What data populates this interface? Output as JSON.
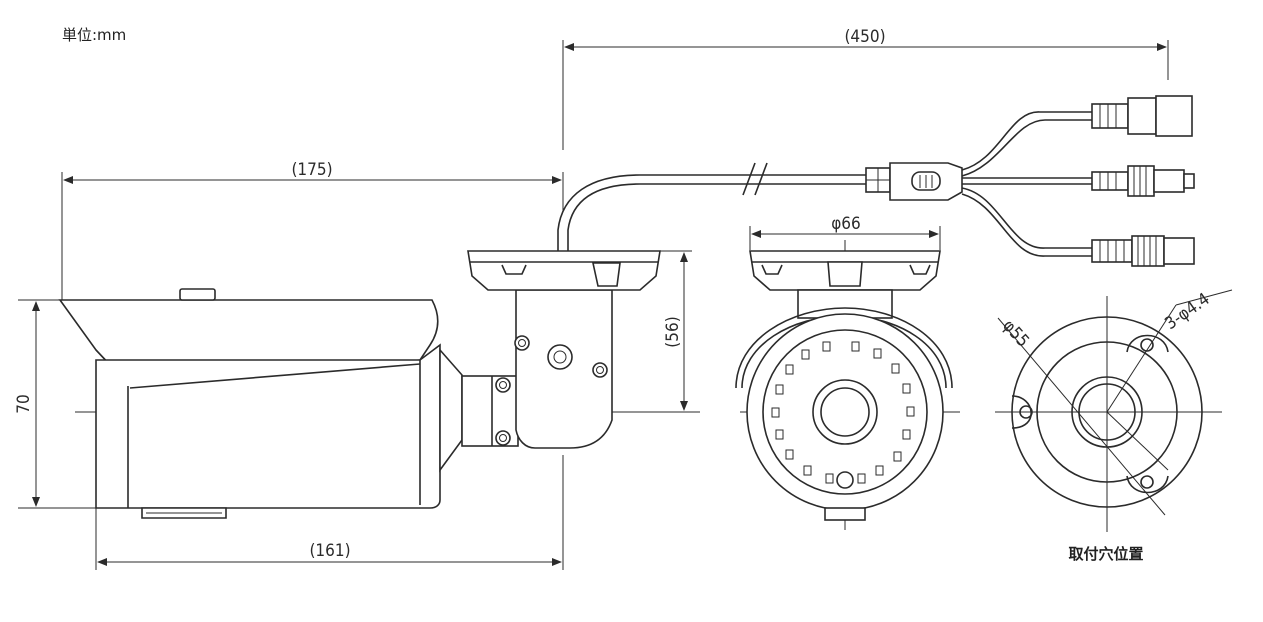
{
  "unit_label": "単位:mm",
  "dimensions": {
    "cable_length": "(450)",
    "overall_depth": "(175)",
    "body_length": "(161)",
    "height": "70",
    "bracket_height": "(56)",
    "bracket_diameter": "φ66",
    "hole_pitch_diameter": "φ55",
    "hole_spec": "3-φ4.4"
  },
  "caption_mount_holes": "取付穴位置"
}
